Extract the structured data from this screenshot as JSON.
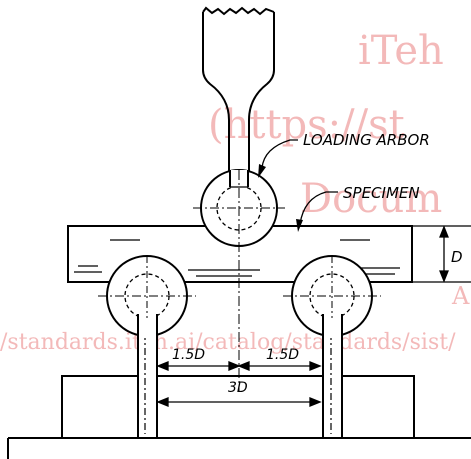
{
  "watermark": {
    "line1": "iTeh",
    "line2": "(https://st",
    "line3": "Docum",
    "line4": "A",
    "line5": "/standards.iteh.ai/catalog/standards/sist/"
  },
  "labels": {
    "loading_arbor": "LOADING ARBOR",
    "specimen": "SPECIMEN",
    "depth": "D",
    "span_left": "1.5D",
    "span_right": "1.5D",
    "span_total": "3D"
  }
}
